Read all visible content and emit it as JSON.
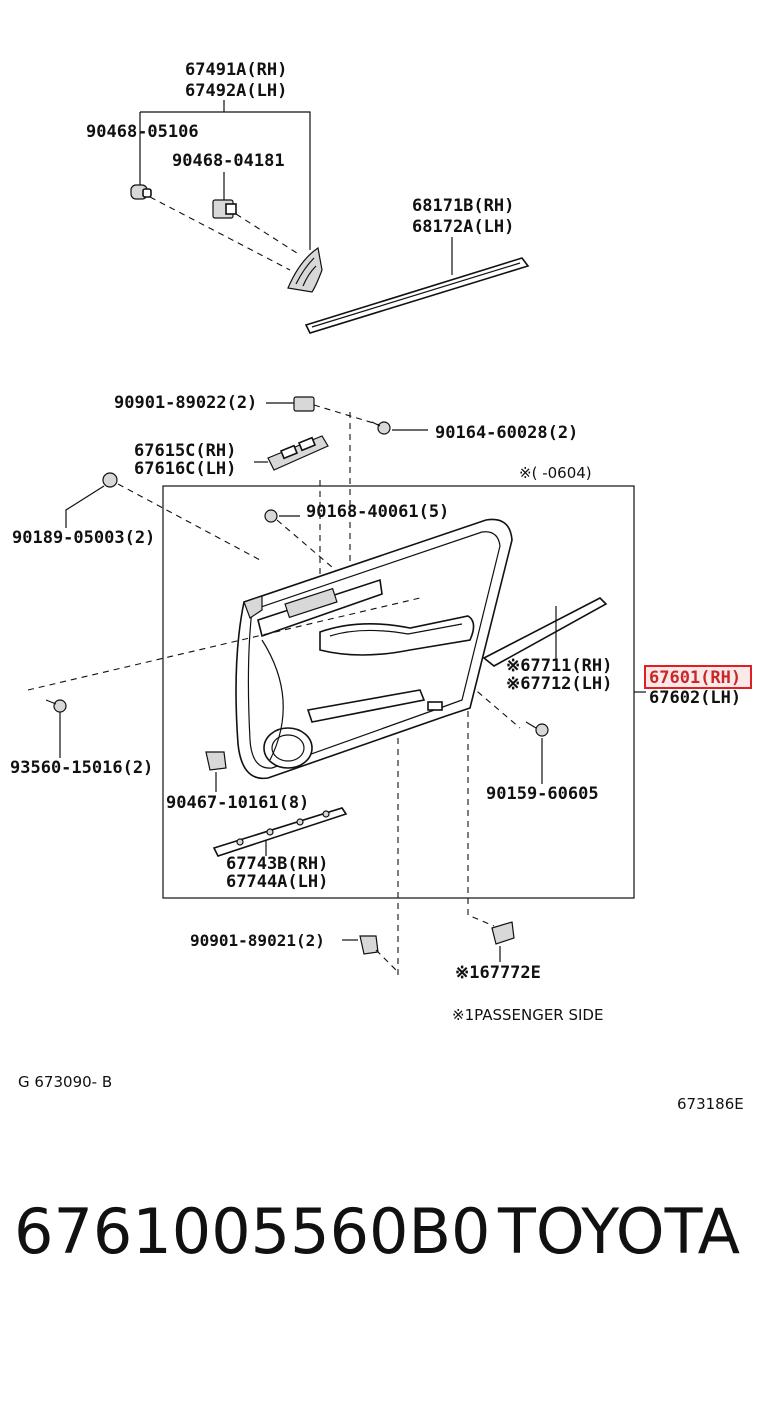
{
  "labels": {
    "p67491A": "67491A(RH)",
    "p67492A": "67492A(LH)",
    "p90468_05106": "90468-05106",
    "p90468_04181": "90468-04181",
    "p68171B": "68171B(RH)",
    "p68172A": "68172A(LH)",
    "p90901_89022": "90901-89022(2)",
    "p90164_60028": "90164-60028(2)",
    "p67615C": "67615C(RH)",
    "p67616C": "67616C(LH)",
    "range_note": "※(      -0604)",
    "p90189_05003": "90189-05003(2)",
    "p90168_40061": "90168-40061(5)",
    "p67711": "※67711(RH)",
    "p67712": "※67712(LH)",
    "p67601": "67601(RH)",
    "p67602": "67602(LH)",
    "p93560_15016": "93560-15016(2)",
    "p90159_60605": "90159-60605",
    "p90467_10161": "90467-10161(8)",
    "p67743B": "67743B(RH)",
    "p67744A": "67744A(LH)",
    "p90901_89021": "90901-89021(2)",
    "p67772E": "※167772E",
    "passenger_note": "※1PASSENGER SIDE",
    "group_code": "G   673090- B",
    "figure_code": "673186E"
  },
  "footer": {
    "part_number": "6761005560B0",
    "brand": "TOYOTA"
  },
  "highlight_color": "#e02020"
}
